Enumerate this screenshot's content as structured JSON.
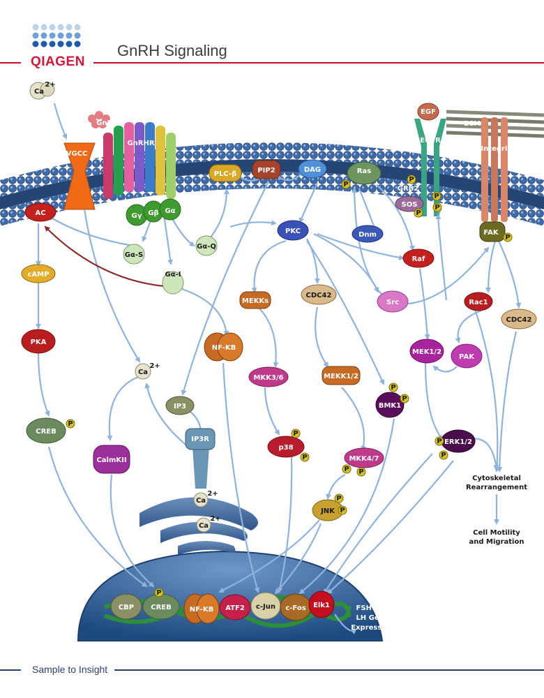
{
  "header": {
    "logo_text": "QIAGEN",
    "title": "GnRH Signaling"
  },
  "footer": {
    "text": "Sample to Insight"
  },
  "colors": {
    "brand_red": "#c8102e",
    "footer_navy": "#2b3f73",
    "membrane_blue": "#3f6fae",
    "arrow_blue": "#8fb3dd",
    "inhibit_red": "#8b2a2a",
    "nucleus_blue": "#2f5f94"
  },
  "nodes": {
    "ca_top": "Ca",
    "ca_top_sup": "2+",
    "gnrh": "GnRH",
    "vgcc": "VGCC",
    "gnrhr": "GnRHR",
    "g_gamma": "Gγ",
    "g_beta": "Gβ",
    "g_alpha": "Gα",
    "plc_beta": "PLC-β",
    "pip2": "PIP2",
    "dag": "DAG",
    "ras": "Ras",
    "egf": "EGF",
    "egfr": "EGFR",
    "ecm": "ECM",
    "integrin": "Integrin",
    "grb2": "GRB2",
    "sos": "SOS",
    "ac": "AC",
    "g_alpha_s": "Gα-S",
    "g_alpha_q": "Gα-Q",
    "g_alpha_i": "Gα-I",
    "pkc": "PKC",
    "dnm": "Dnm",
    "raf": "Raf",
    "fak": "FAK",
    "camp": "cAMP",
    "pka": "PKA",
    "mekks": "MEKKs",
    "cdc42_mid": "CDC42",
    "src": "Src",
    "rac1": "Rac1",
    "cdc42_right": "CDC42",
    "nfkb": "NF-KB",
    "ca_mid": "Ca",
    "ca_mid_sup": "2+",
    "mkk36": "MKK3/6",
    "mekk12": "MEKK1/2",
    "bmk1": "BMK1",
    "mek12": "MEK1/2",
    "pak": "PAK",
    "ip3": "IP3",
    "creb": "CREB",
    "camkii": "CalmKII",
    "p38": "p38",
    "mkk47": "MKK4/7",
    "erk12": "ERK1/2",
    "ip3r": "IP3R",
    "jnk": "JNK",
    "ca_er1": "Ca",
    "ca_er1_sup": "2+",
    "ca_er2": "Ca",
    "ca_er2_sup": "2+",
    "cbp": "CBP",
    "creb_nuc": "CREB",
    "nfkb_nuc": "NF-KB",
    "atf2": "ATF2",
    "cjun": "c-Jun",
    "cfos": "c-Fos",
    "elk1": "Elk1",
    "phospho": "P"
  },
  "notes": {
    "cyto_line1": "Cytoskeletal",
    "cyto_line2": "Rearrangement",
    "motility_line1": "Cell Motility",
    "motility_line2": "and Migration",
    "fsh_line1": "FSH and",
    "fsh_line2": "LH Gene",
    "fsh_line3": "Expression"
  }
}
